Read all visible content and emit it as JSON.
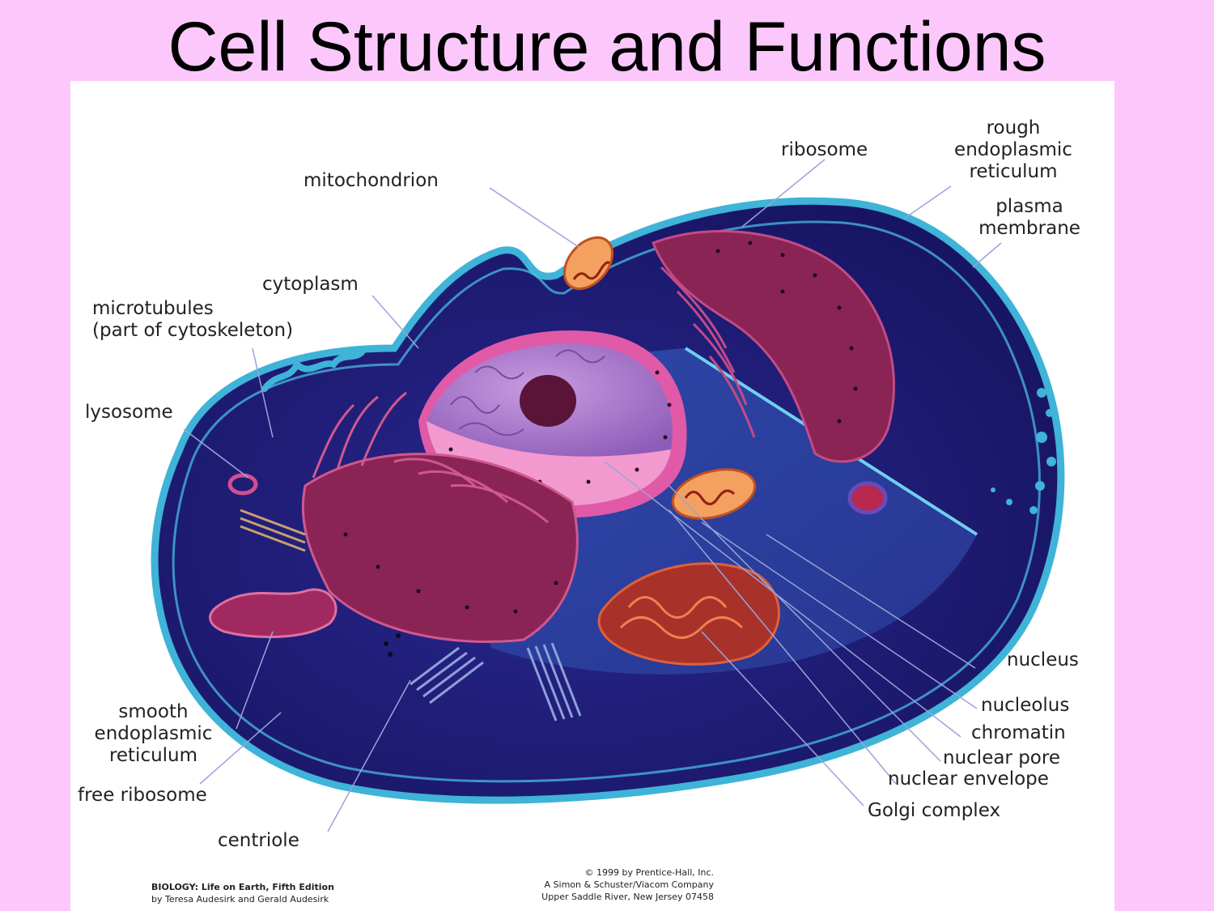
{
  "slide": {
    "title": "Cell Structure and Functions"
  },
  "labels": {
    "ribosome": "ribosome",
    "rough_er": [
      "rough",
      "endoplasmic",
      "reticulum"
    ],
    "mitochondrion": "mitochondrion",
    "plasma_membrane": [
      "plasma",
      "membrane"
    ],
    "cytoplasm": "cytoplasm",
    "microtubules": [
      "microtubules",
      "(part of cytoskeleton)"
    ],
    "lysosome": "lysosome",
    "nucleus": "nucleus",
    "nucleolus": "nucleolus",
    "chromatin": "chromatin",
    "nuclear_pore": "nuclear pore",
    "nuclear_envelope": "nuclear envelope",
    "golgi_complex": "Golgi complex",
    "smooth_er": [
      "smooth",
      "endoplasmic",
      "reticulum"
    ],
    "free_ribosome": "free ribosome",
    "centriole": "centriole"
  },
  "credits": {
    "book_title": "BIOLOGY: Life on Earth, Fifth Edition",
    "book_authors": "by Teresa Audesirk and Gerald Audesirk",
    "copyright": "© 1999 by Prentice-Hall, Inc.",
    "company": "A Simon & Schuster/Viacom Company",
    "address": "Upper Saddle River, New Jersey 07458"
  },
  "colors": {
    "background": "#fcc8fc",
    "cell_body": "#1c1a7a",
    "membrane": "#3fb3d8",
    "organelle": "#8a2455",
    "nucleus": "#b07ad0"
  }
}
